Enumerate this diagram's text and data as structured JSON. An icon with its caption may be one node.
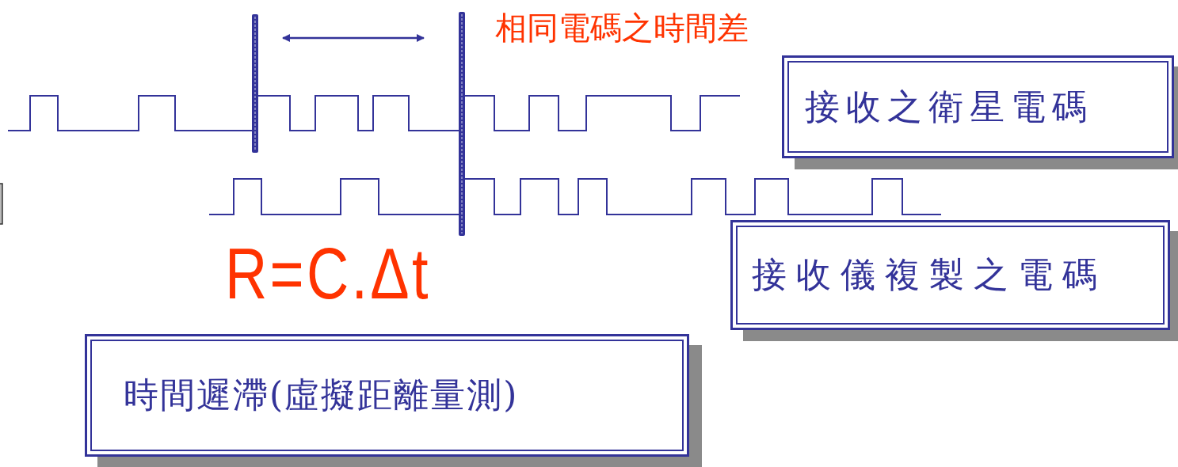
{
  "diagram": {
    "nodes": [
      {
        "text": [
          "接收之衛星電碼"
        ]
      },
      {
        "text": [
          "接收儀複製之電碼"
        ]
      },
      {
        "text": [
          "時間遲滯(虛擬距離量測)"
        ]
      }
    ],
    "labels": [
      "相同電碼之時間差",
      "R=C.Δt"
    ]
  }
}
